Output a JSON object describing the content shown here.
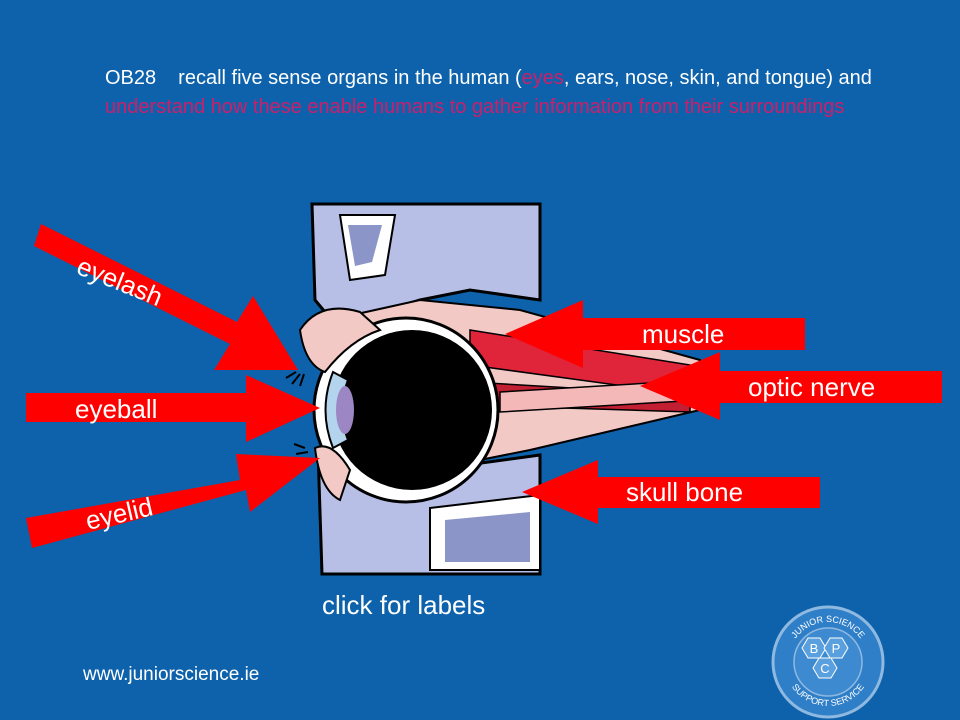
{
  "objective": {
    "code": "OB28",
    "text_before": "recall five sense organs in the human (",
    "highlight_eyes": "eyes",
    "text_middle": ", ears, nose, skin, and tongue) and ",
    "highlight_rest": "understand how these enable humans to gather information from their surroundings"
  },
  "labels": {
    "eyelash": "eyelash",
    "eyeball": "eyeball",
    "eyelid": "eyelid",
    "muscle": "muscle",
    "optic_nerve": "optic nerve",
    "skull_bone": "skull bone"
  },
  "click_for_labels": "click for labels",
  "website": "www.juniorscience.ie",
  "logo": {
    "ring_top": "JUNIOR SCIENCE",
    "ring_bottom": "SUPPORT SERVICE",
    "letters": [
      "B",
      "P",
      "C"
    ]
  },
  "colors": {
    "background": "#0d62ab",
    "arrow": "#ff0000",
    "highlight": "#cc1f6b",
    "bone": "#b8bfe6",
    "tissue": "#f2c9c4"
  }
}
